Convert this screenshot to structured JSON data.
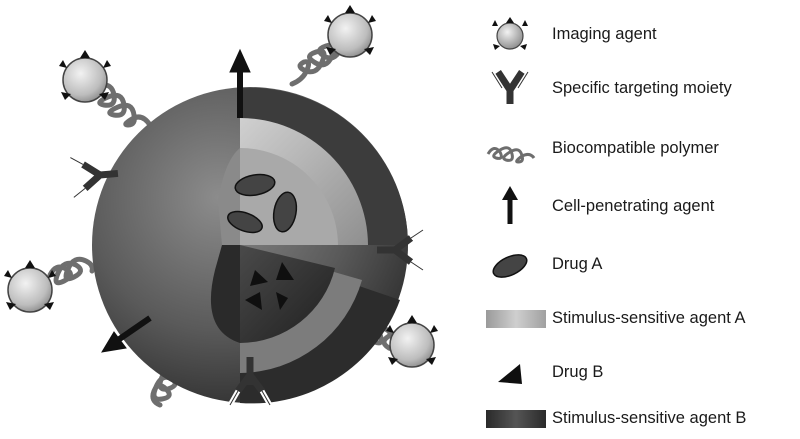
{
  "legend": {
    "items": [
      {
        "icon": "imaging-agent-icon",
        "label": "Imaging agent"
      },
      {
        "icon": "targeting-moiety-icon",
        "label": "Specific targeting moiety"
      },
      {
        "icon": "polymer-icon",
        "label": "Biocompatible polymer"
      },
      {
        "icon": "arrow-icon",
        "label": "Cell-penetrating agent"
      },
      {
        "icon": "ellipse-icon",
        "label": "Drug A"
      },
      {
        "icon": "light-bar-icon",
        "label": "Stimulus-sensitive agent A"
      },
      {
        "icon": "triangle-icon",
        "label": "Drug B"
      },
      {
        "icon": "dark-bar-icon",
        "label": "Stimulus-sensitive agent B"
      }
    ]
  },
  "colors": {
    "shell_dark": "#3a3a3a",
    "shell_mid": "#6b6b6b",
    "layer_light": "#b5b5b5",
    "sphere_light": "#d9d9d9",
    "ink": "#1a1a1a"
  }
}
